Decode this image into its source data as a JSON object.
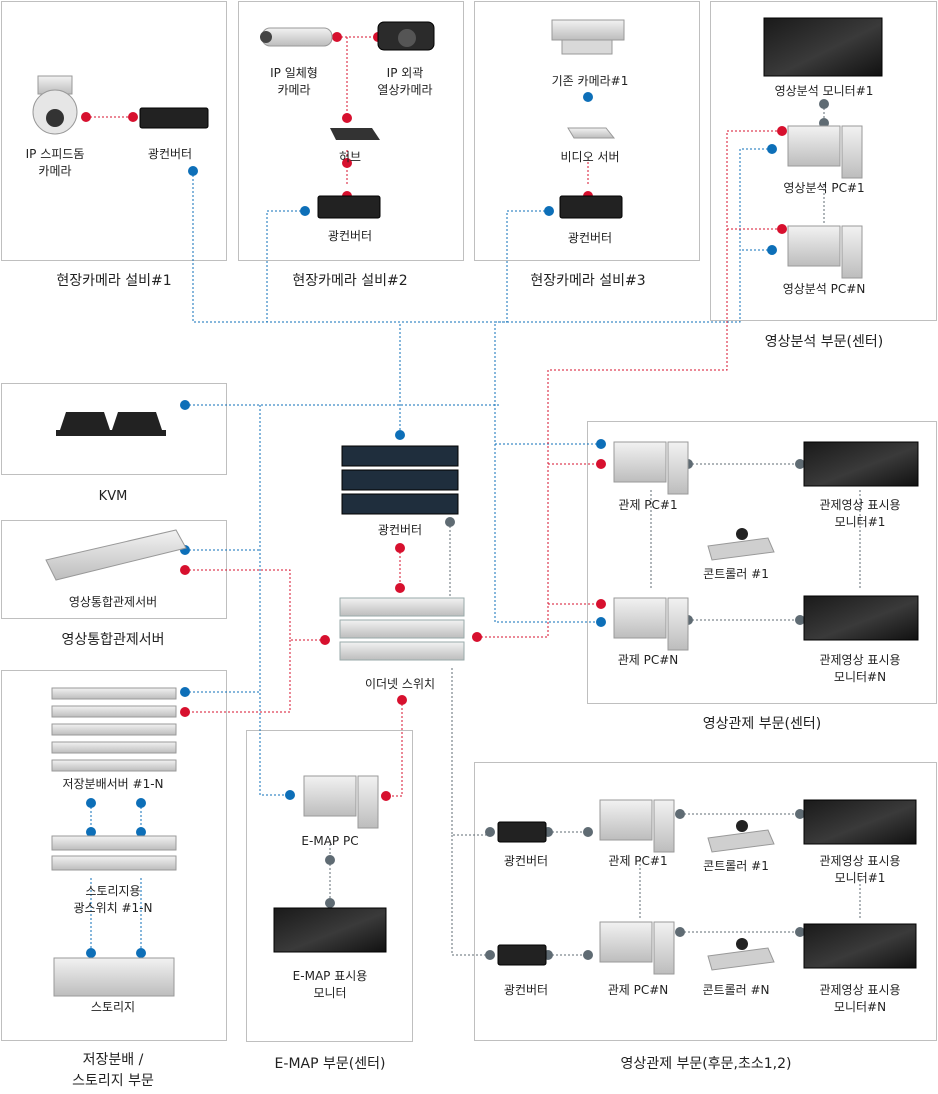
{
  "sections": {
    "field1": "현장카메라 설비#1",
    "field2": "현장카메라 설비#2",
    "field3": "현장카메라 설비#3",
    "analysis": "영상분석 부문(센터)",
    "kvm": "KVM",
    "server": "영상통합관제서버",
    "storage": "저장분배 /\n스토리지 부문",
    "emap": "E-MAP 부문(센터)",
    "control_center": "영상관제 부문(센터)",
    "control_rear": "영상관제 부문(후문,초소1,2)"
  },
  "labels": {
    "ip_speed_dome": "IP 스피드돔\n카메라",
    "converter": "광컨버터",
    "ip_bullet": "IP 일체형\n카메라",
    "ip_thermal": "IP 외곽\n열상카메라",
    "hub": "허브",
    "legacy_camera": "기존 카메라#1",
    "video_server": "비디오 서버",
    "analysis_monitor": "영상분석 모니터#1",
    "analysis_pc1": "영상분석 PC#1",
    "analysis_pcn": "영상분석 PC#N",
    "core_converter": "광컨버터",
    "ethernet_switch": "이더넷 스위치",
    "control_pc1": "관제 PC#1",
    "control_pcn": "관제 PC#N",
    "display_monitor1": "관제영상 표시용\n모니터#1",
    "display_monitorn": "관제영상 표시용\n모니터#N",
    "controller1": "콘트롤러 #1",
    "controllern": "콘트롤러 #N",
    "storage_server": "저장분배서버 #1-N",
    "storage_switch": "스토리지용\n광스위치 #1-N",
    "storage": "스토리지",
    "emap_pc": "E-MAP PC",
    "emap_monitor": "E-MAP 표시용\n모니터"
  },
  "colors": {
    "red": "#d7102e",
    "blue": "#0d6fb8",
    "gray": "#5f6b73",
    "border": "#bfbfbf"
  }
}
